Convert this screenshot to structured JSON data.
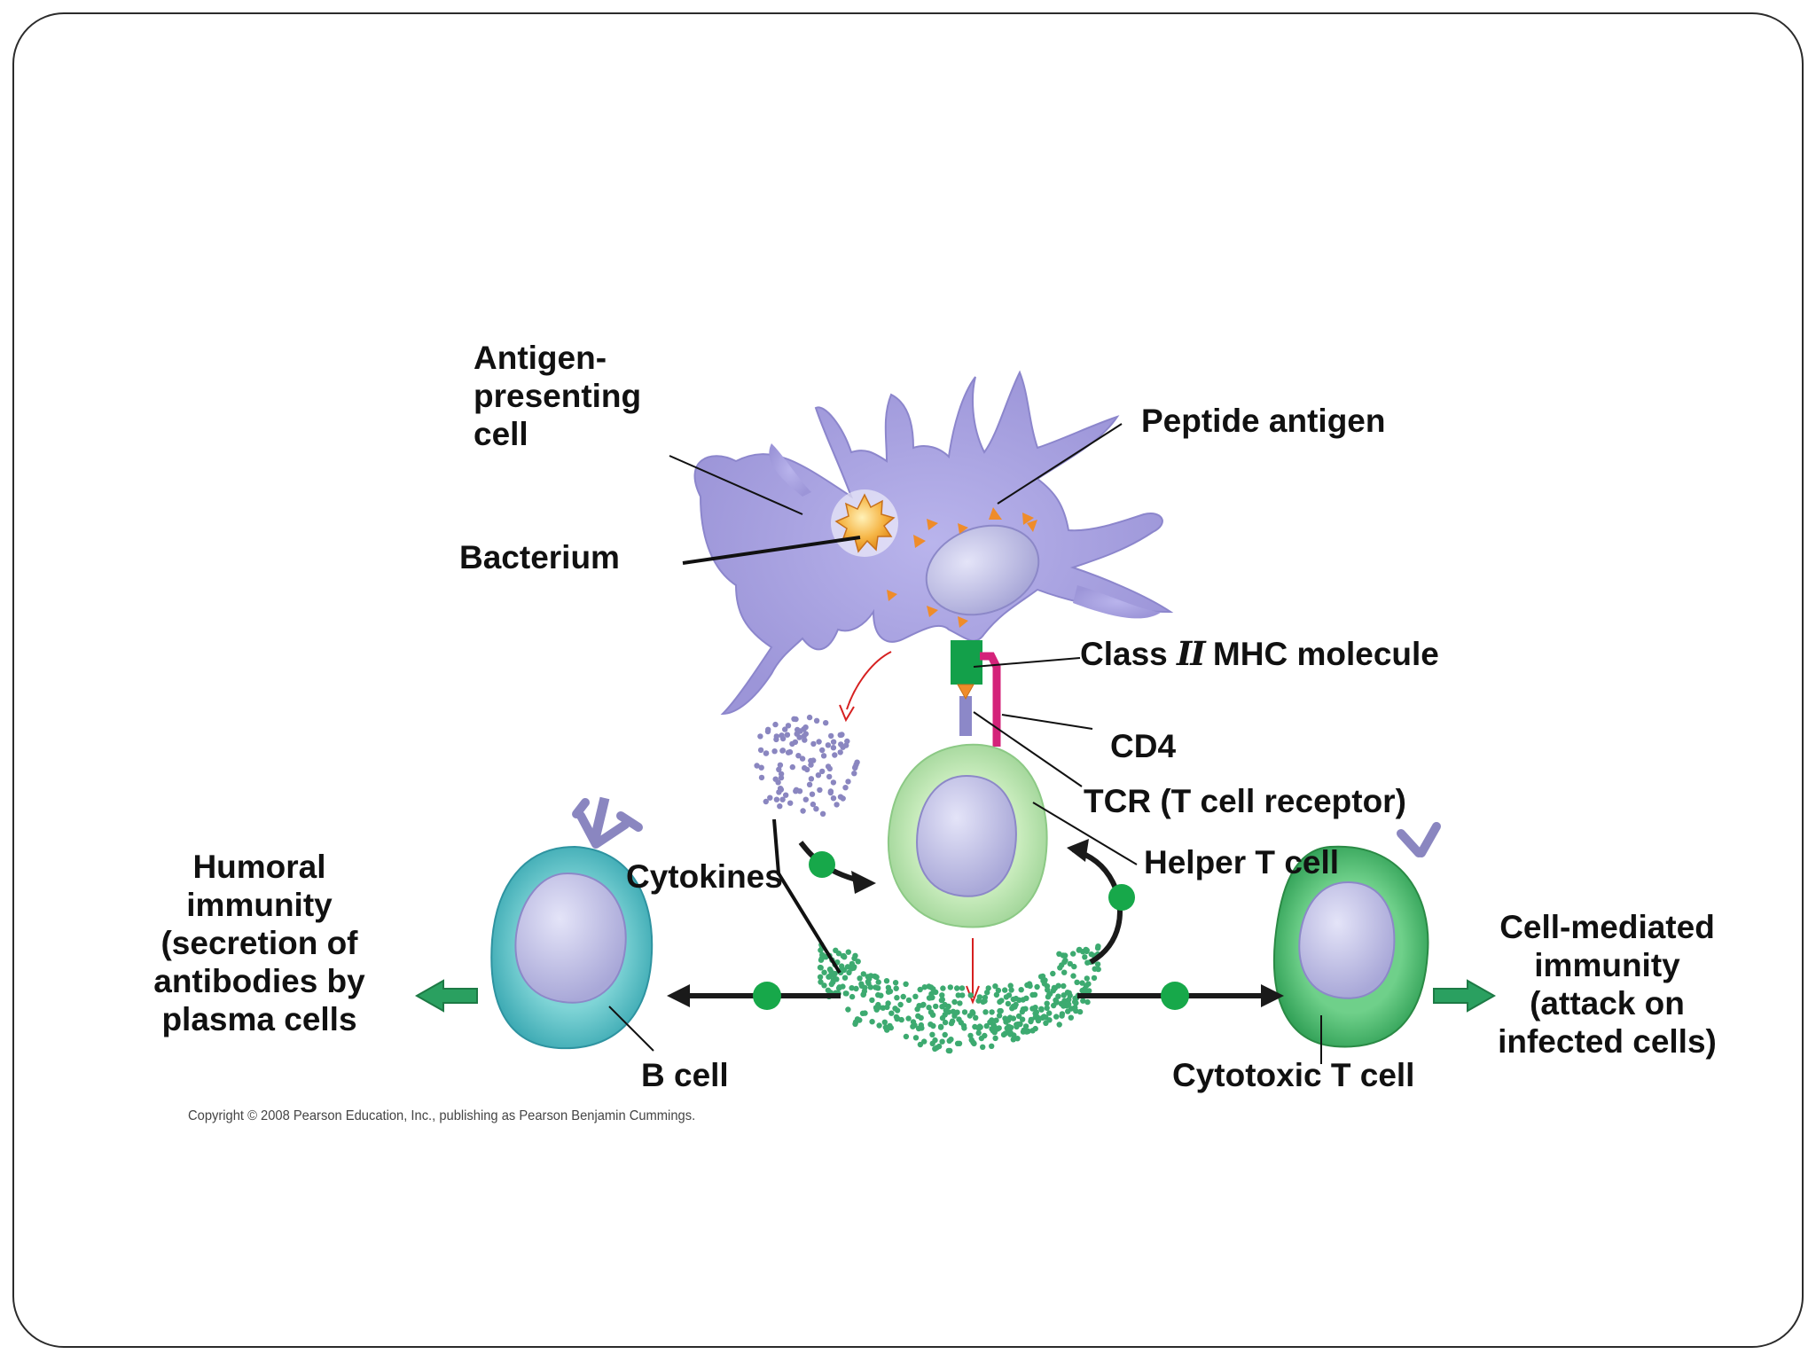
{
  "labels": {
    "antigen_presenting_cell": "Antigen-\npresenting\ncell",
    "peptide_antigen": "Peptide antigen",
    "bacterium": "Bacterium",
    "class_mhc_prefix": "Class",
    "class_mhc_numeral": "II",
    "class_mhc_suffix": "MHC molecule",
    "cd4": "CD4",
    "tcr": "TCR (T cell receptor)",
    "helper_t_cell": "Helper T cell",
    "cytokines": "Cytokines",
    "humoral_immunity": "Humoral\nimmunity\n(secretion of\nantibodies by\nplasma cells",
    "b_cell": "B cell",
    "cytotoxic_t_cell": "Cytotoxic T cell",
    "cell_mediated_immunity": "Cell-mediated\nimmunity\n(attack on\ninfected cells)"
  },
  "copyright": "Copyright © 2008 Pearson Education, Inc., publishing as Pearson Benjamin Cummings.",
  "colors": {
    "apc_body": "#a8a2e0",
    "nucleus": "#c2c2e8",
    "bacterium": "#f2a83a",
    "peptide": "#ef8c2a",
    "mhc": "#13a04a",
    "cd4": "#d4237a",
    "helper_t": "#bde4b0",
    "cytotoxic_t": "#4fbf6e",
    "b_cell": "#5cc2c8",
    "cytokine_dots_top": "#8a86c0",
    "cytokine_dots_bottom": "#3daa70",
    "green_signal": "#17a84a",
    "red_arrow": "#d62020",
    "outcome_arrow": "#2aa060"
  },
  "icons": [
    "antigen-presenting-cell-icon",
    "bacterium-icon",
    "peptide-antigen-icon",
    "mhc-molecule-icon",
    "cd4-icon",
    "tcr-icon",
    "helper-t-cell-icon",
    "b-cell-icon",
    "cytotoxic-t-cell-icon",
    "cytokine-dots-icon"
  ]
}
